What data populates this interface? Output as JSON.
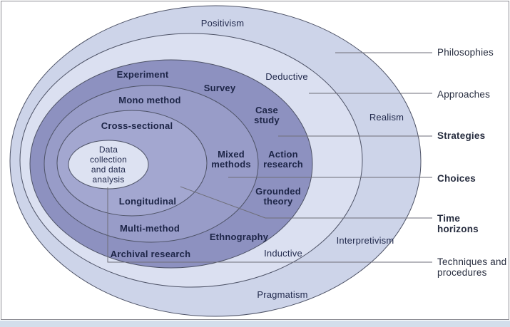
{
  "colors": {
    "philosophies_ring": "#cdd4e9",
    "approaches_ring": "#dbe0f1",
    "strategies_ring": "#8d91c0",
    "choices_ring": "#989cc8",
    "time_horizons_ring": "#a3a7d0",
    "center_ellipse": "#dde2f2",
    "outline": "#4d5266",
    "connector_line": "#6e6e78",
    "text": "#232b4e"
  },
  "labels": {
    "positivism": "Positivism",
    "deductive": "Deductive",
    "realism": "Realism",
    "interpretivism": "Interpretivism",
    "inductive": "Inductive",
    "pragmatism": "Pragmatism",
    "experiment": "Experiment",
    "survey": "Survey",
    "case_study": "Case\nstudy",
    "action_research": "Action\nresearch",
    "grounded_theory": "Grounded\ntheory",
    "ethnography": "Ethnography",
    "archival_research": "Archival research",
    "mono_method": "Mono method",
    "mixed_methods": "Mixed\nmethods",
    "multi_method": "Multi-method",
    "cross_sectional": "Cross-sectional",
    "longitudinal": "Longitudinal",
    "center": "Data\ncollection\nand data\nanalysis"
  },
  "annotations": {
    "philosophies": "Philosophies",
    "approaches": "Approaches",
    "strategies": "Strategies",
    "choices": "Choices",
    "time_horizons": "Time\nhorizons",
    "techniques": "Techniques and\nprocedures"
  }
}
